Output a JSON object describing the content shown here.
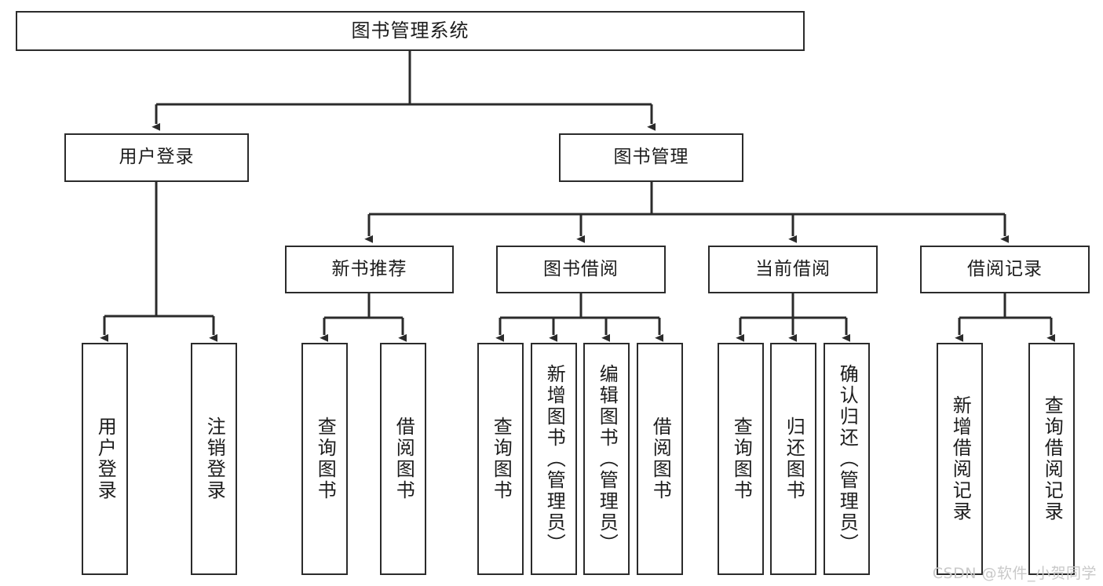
{
  "diagram": {
    "title": "图书管理系统",
    "type": "tree",
    "orientation": "top-down",
    "line_color": "#2b2b2b",
    "box_fill": "#ffffff",
    "text_color": "#1c1c1c"
  },
  "nodes": {
    "root": {
      "label": "图书管理系统",
      "level": 1
    },
    "login": {
      "label": "用户登录",
      "level": 2
    },
    "bookmgr": {
      "label": "图书管理",
      "level": 2
    },
    "newbook": {
      "label": "新书推荐",
      "level": 3
    },
    "borrow": {
      "label": "图书借阅",
      "level": 3
    },
    "current": {
      "label": "当前借阅",
      "level": 3
    },
    "record": {
      "label": "借阅记录",
      "level": 3
    },
    "leaf_login_1": {
      "label": "用户登录",
      "level": 4
    },
    "leaf_login_2": {
      "label": "注销登录",
      "level": 4
    },
    "leaf_newbook_1": {
      "label": "查询图书",
      "level": 4
    },
    "leaf_newbook_2": {
      "label": "借阅图书",
      "level": 4
    },
    "leaf_borrow_1": {
      "label": "查询图书",
      "level": 4
    },
    "leaf_borrow_2": {
      "label": "新增图书（管理员）",
      "level": 4
    },
    "leaf_borrow_3": {
      "label": "编辑图书（管理员）",
      "level": 4
    },
    "leaf_borrow_4": {
      "label": "借阅图书",
      "level": 4
    },
    "leaf_current_1": {
      "label": "查询图书",
      "level": 4
    },
    "leaf_current_2": {
      "label": "归还图书",
      "level": 4
    },
    "leaf_current_3": {
      "label": "确认归还（管理员）",
      "level": 4
    },
    "leaf_record_1": {
      "label": "新增借阅记录",
      "level": 4
    },
    "leaf_record_2": {
      "label": "查询借阅记录",
      "level": 4
    }
  },
  "watermark": {
    "text": "CSDN @软件_小贺同学"
  }
}
